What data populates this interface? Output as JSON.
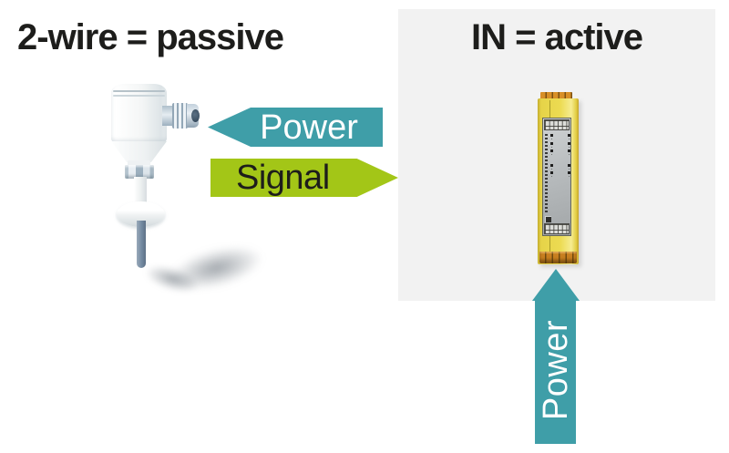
{
  "left_section": {
    "title": "2-wire = passive",
    "illustration": "2-wire-level-sensor-probe"
  },
  "right_section": {
    "title": "IN = active",
    "illustration": "active-input-safety-module"
  },
  "arrows": {
    "power_to_sensor": {
      "label": "Power",
      "direction": "left"
    },
    "signal_from_sensor": {
      "label": "Signal",
      "direction": "right"
    },
    "power_to_module": {
      "label": "Power",
      "direction": "up"
    }
  },
  "colors": {
    "bg": "#ffffff",
    "panel": "#f2f2f2",
    "title": "#1d1d1b",
    "teal": "#3f9ea8",
    "green": "#a3c617",
    "arrow_text_light": "#ffffff",
    "arrow_text_dark": "#1d1d1b",
    "module_yellow": "#ecdb52",
    "module_terminal_orange": "#d88f26"
  }
}
